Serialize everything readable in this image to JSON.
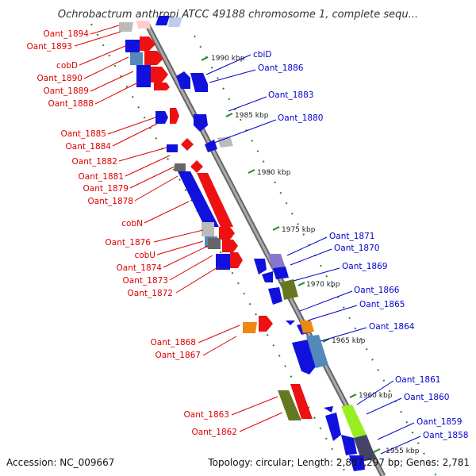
{
  "title": "Ochrobactrum anthropi ATCC 49188 chromosome 1, complete sequ...",
  "footer": {
    "accession": "Accession: NC_009667",
    "topology": "Topology: circular; Length: 2,887,297 bp; Genes: 2,781"
  },
  "kbp_labels": [
    "1990 kbp",
    "1985 kbp",
    "1980 kbp",
    "1975 kbp",
    "1970 kbp",
    "1965 kbp",
    "1960 kbp",
    "1955 kbp"
  ],
  "left_genes": [
    "Oant_1894",
    "Oant_1893",
    "cobD",
    "Oant_1890",
    "Oant_1889",
    "Oant_1888",
    "Oant_1885",
    "Oant_1884",
    "Oant_1882",
    "Oant_1881",
    "Oant_1879",
    "Oant_1878",
    "cobN",
    "Oant_1876",
    "cobU",
    "Oant_1874",
    "Oant_1873",
    "Oant_1872",
    "Oant_1868",
    "Oant_1867",
    "Oant_1863",
    "Oant_1862"
  ],
  "right_genes": [
    "cbiD",
    "Oant_1886",
    "Oant_1883",
    "Oant_1880",
    "Oant_1871",
    "Oant_1870",
    "Oant_1869",
    "Oant_1866",
    "Oant_1865",
    "Oant_1864",
    "Oant_1861",
    "Oant_1860",
    "Oant_1859",
    "Oant_1858"
  ],
  "colors": {
    "left_label": "#dd0000",
    "right_label": "#0000cc",
    "backbone": "#888888",
    "tick": "#228822",
    "forward_gene": "#ee1111",
    "reverse_gene": "#1111dd",
    "olive_gene": "#667722",
    "orange_gene": "#ee8811",
    "steel_gene": "#5588bb",
    "lime_gene": "#99ee22",
    "lavender_gene": "#8877cc"
  }
}
